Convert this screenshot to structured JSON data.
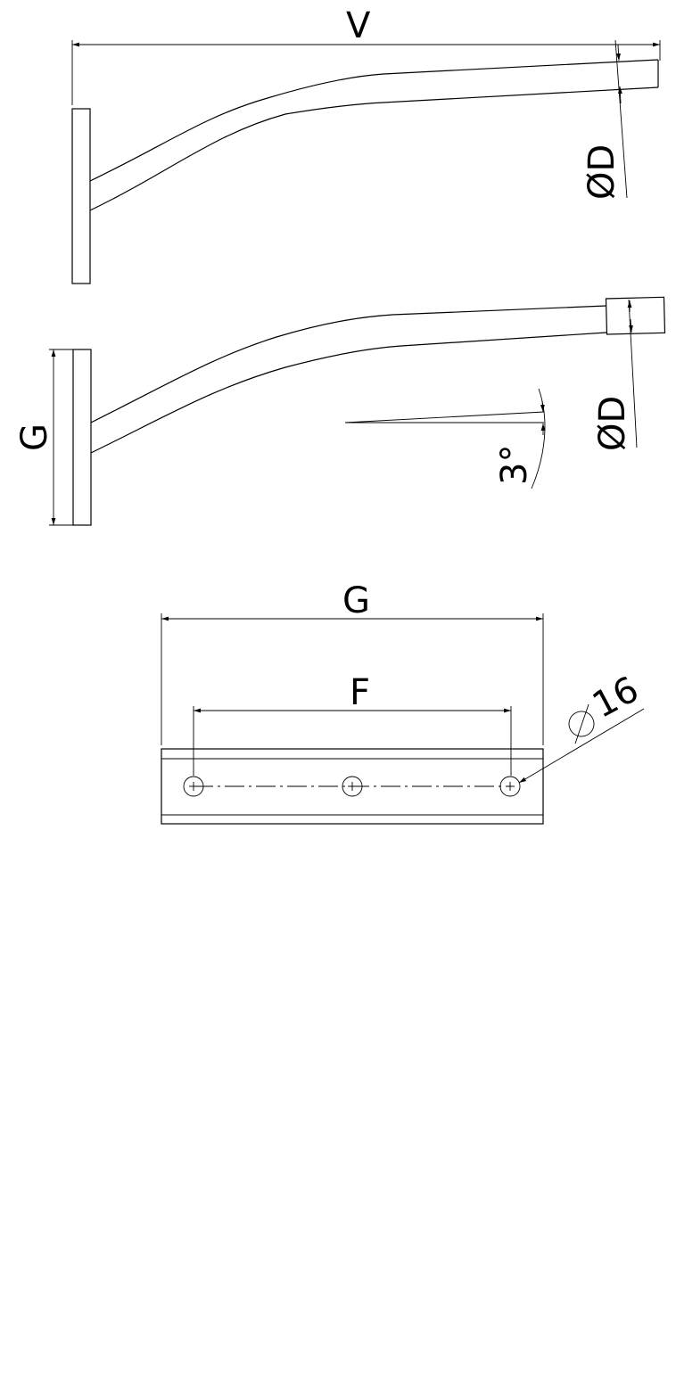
{
  "labels": {
    "top_length": "V",
    "top_diameter": "ØD",
    "side_plate_height": "G",
    "side_diameter": "ØD",
    "angle": "3°",
    "plate_width": "G",
    "hole_spacing": "F",
    "hole_diameter": "16"
  }
}
